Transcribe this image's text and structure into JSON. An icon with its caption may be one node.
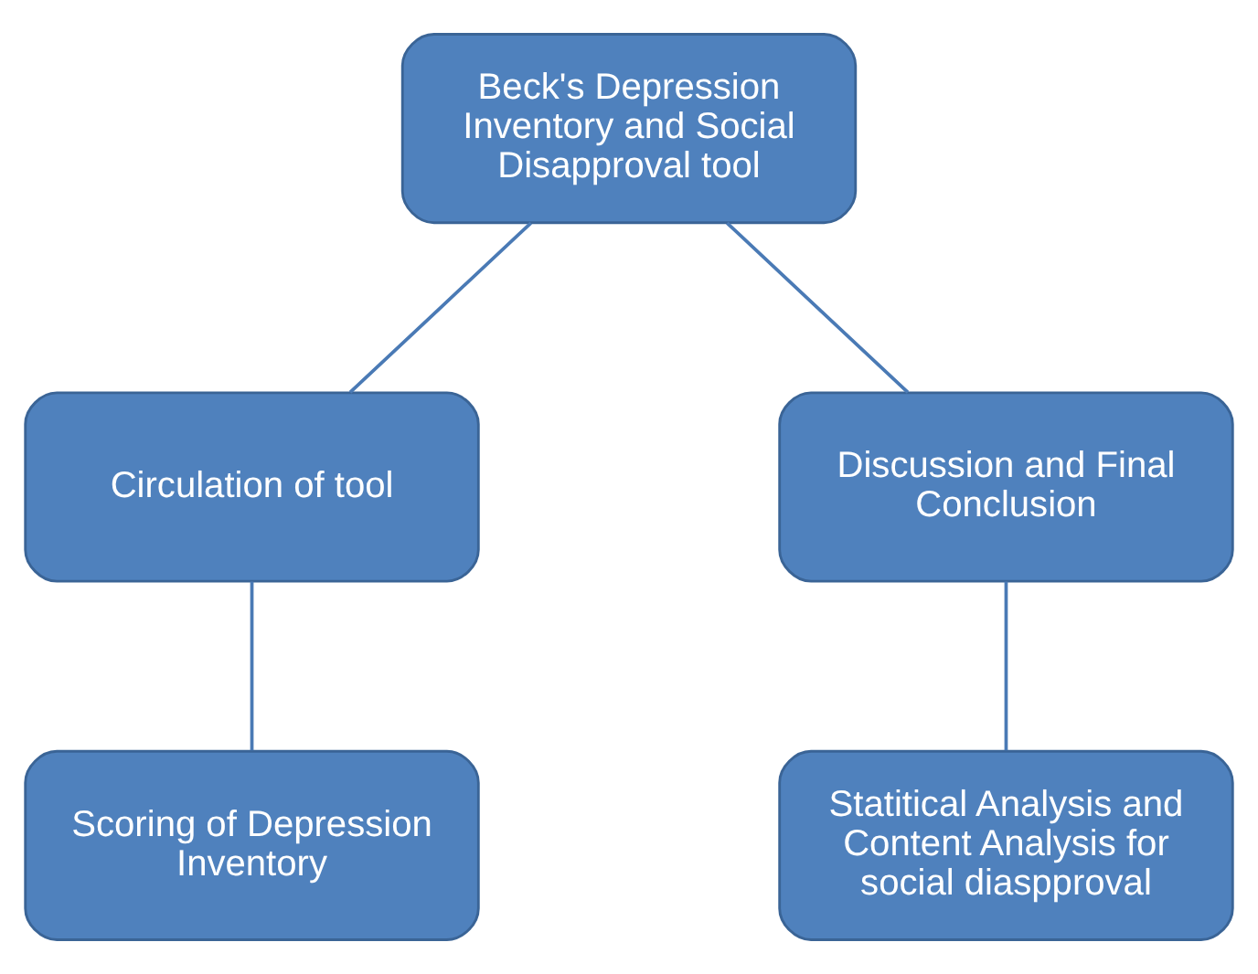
{
  "diagram": {
    "nodes": [
      {
        "text": [
          "Beck's Depression Inventory and Social Disapproval tool"
        ]
      },
      {
        "text": [
          "Discussion and Final Conclusion"
        ]
      },
      {
        "text": [
          "Circulation of tool"
        ]
      },
      {
        "text": [
          "Statitical Analysis and Content Analysis for social diaspproval"
        ]
      },
      {
        "text": [
          "Scoring of Depression Inventory"
        ]
      }
    ],
    "edges": [
      {
        "from": 0,
        "to": 2,
        "arrow": "none"
      },
      {
        "from": 2,
        "to": 4,
        "arrow": "none"
      },
      {
        "from": 3,
        "to": 1,
        "arrow": "none"
      },
      {
        "from": 1,
        "to": 0,
        "arrow": "none"
      }
    ]
  }
}
